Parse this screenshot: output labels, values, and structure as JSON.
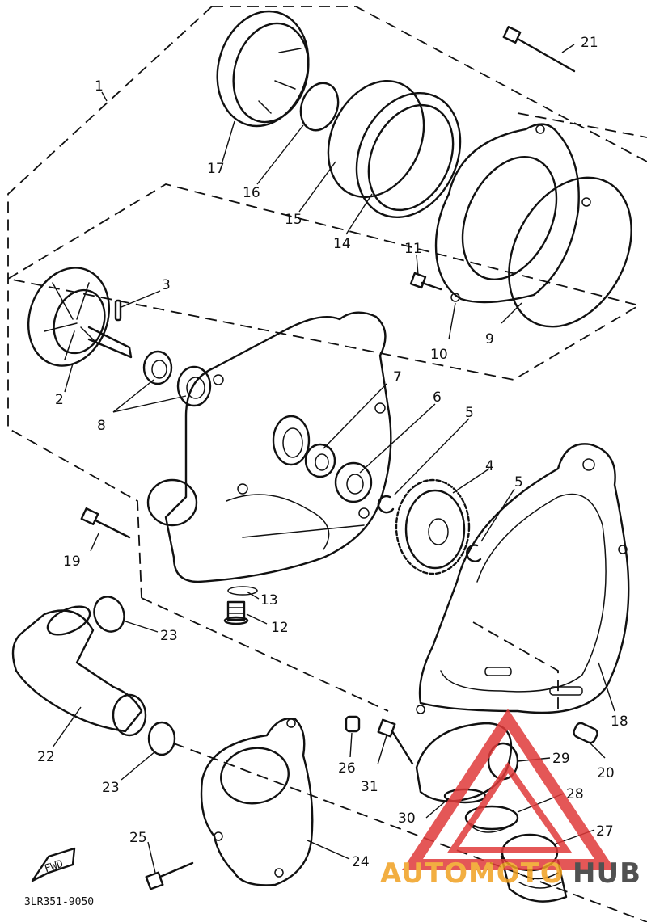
{
  "diagram": {
    "code": "3LR351-9050",
    "fwd_label": "FWD",
    "parts": [
      {
        "id": "p1",
        "number": "1"
      },
      {
        "id": "p2",
        "number": "2"
      },
      {
        "id": "p3",
        "number": "3"
      },
      {
        "id": "p4",
        "number": "4"
      },
      {
        "id": "p5a",
        "number": "5"
      },
      {
        "id": "p5b",
        "number": "5"
      },
      {
        "id": "p6",
        "number": "6"
      },
      {
        "id": "p7",
        "number": "7"
      },
      {
        "id": "p8",
        "number": "8"
      },
      {
        "id": "p9",
        "number": "9"
      },
      {
        "id": "p10",
        "number": "10"
      },
      {
        "id": "p11",
        "number": "11"
      },
      {
        "id": "p12",
        "number": "12"
      },
      {
        "id": "p13",
        "number": "13"
      },
      {
        "id": "p14",
        "number": "14"
      },
      {
        "id": "p15",
        "number": "15"
      },
      {
        "id": "p16",
        "number": "16"
      },
      {
        "id": "p17",
        "number": "17"
      },
      {
        "id": "p18",
        "number": "18"
      },
      {
        "id": "p19",
        "number": "19"
      },
      {
        "id": "p20",
        "number": "20"
      },
      {
        "id": "p21",
        "number": "21"
      },
      {
        "id": "p22",
        "number": "22"
      },
      {
        "id": "p23a",
        "number": "23"
      },
      {
        "id": "p23b",
        "number": "23"
      },
      {
        "id": "p24",
        "number": "24"
      },
      {
        "id": "p25",
        "number": "25"
      },
      {
        "id": "p26",
        "number": "26"
      },
      {
        "id": "p27",
        "number": "27"
      },
      {
        "id": "p28",
        "number": "28"
      },
      {
        "id": "p29",
        "number": "29"
      },
      {
        "id": "p30",
        "number": "30"
      },
      {
        "id": "p31",
        "number": "31"
      }
    ]
  },
  "watermark": {
    "text_a": "AUTOMOTO",
    "text_b": "HUB",
    "color_red": "#e03a3a",
    "color_orange": "#f0a020"
  }
}
